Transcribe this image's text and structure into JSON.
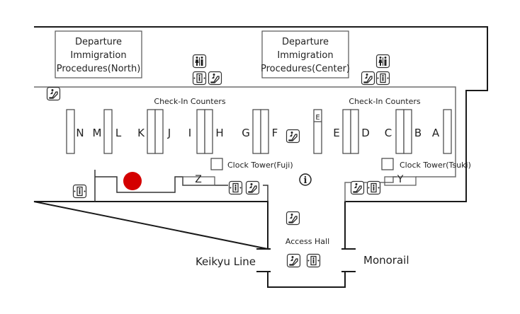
{
  "map": {
    "areas": {
      "immigration_north": [
        "Departure",
        "Immigration",
        "Procedures(North)"
      ],
      "immigration_center": [
        "Departure",
        "Immigration",
        "Procedures(Center)"
      ],
      "checkin_left_label": "Check-In Counters",
      "checkin_right_label": "Check-In Counters",
      "access_hall": "Access Hall",
      "keikyu_line": "Keikyu Line",
      "monorail": "Monorail"
    },
    "counters": [
      {
        "id": "N",
        "label": "N"
      },
      {
        "id": "M",
        "label": "M"
      },
      {
        "id": "L",
        "label": "L"
      },
      {
        "id": "K",
        "label": "K"
      },
      {
        "id": "J",
        "label": "J"
      },
      {
        "id": "I",
        "label": "I"
      },
      {
        "id": "H",
        "label": "H"
      },
      {
        "id": "G",
        "label": "G"
      },
      {
        "id": "F",
        "label": "F"
      },
      {
        "id": "E-small",
        "label": "E"
      },
      {
        "id": "E",
        "label": "E"
      },
      {
        "id": "D",
        "label": "D"
      },
      {
        "id": "C",
        "label": "C"
      },
      {
        "id": "B",
        "label": "B"
      },
      {
        "id": "A",
        "label": "A"
      }
    ],
    "gates": {
      "z": "Z",
      "y": "Y"
    },
    "landmarks": {
      "clock_fuji": "Clock Tower(Fuji)",
      "clock_tsuki": "Clock Tower(Tsuki)",
      "info": "i"
    },
    "marker": {
      "color": "#d40000",
      "meaning": "current-location"
    },
    "colors": {
      "outer_wall": "#1a1a1a",
      "inner_wall": "#6e6e6e",
      "text": "#222222"
    }
  }
}
